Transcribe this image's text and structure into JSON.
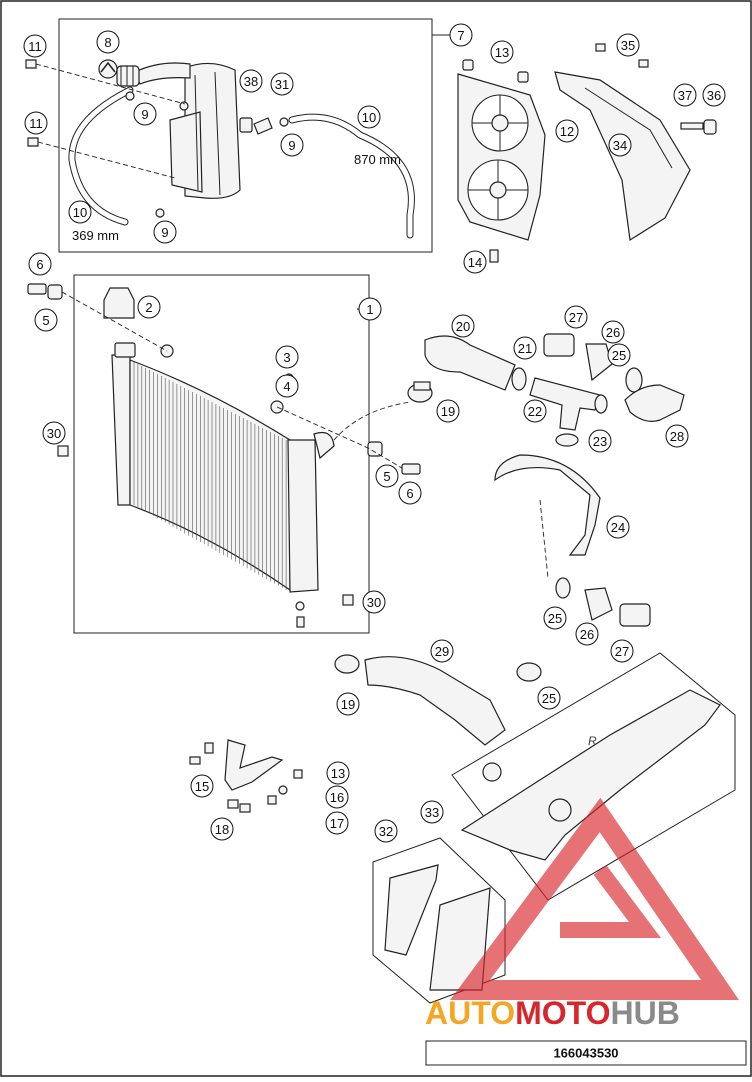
{
  "callouts": [
    "1",
    "2",
    "3",
    "4",
    "5",
    "5",
    "6",
    "6",
    "7",
    "8",
    "9",
    "9",
    "9",
    "10",
    "10",
    "11",
    "11",
    "12",
    "13",
    "13",
    "14",
    "15",
    "16",
    "17",
    "18",
    "19",
    "19",
    "20",
    "21",
    "22",
    "23",
    "24",
    "25",
    "25",
    "25",
    "26",
    "26",
    "27",
    "27",
    "28",
    "29",
    "30",
    "30",
    "31",
    "32",
    "33",
    "34",
    "35",
    "36",
    "37",
    "38"
  ],
  "hose_lengths": {
    "upper_hose": "870 mm",
    "lower_hose": "369 mm"
  },
  "document_number": "166043530",
  "watermark": {
    "brand_part1": "AUTO",
    "brand_part2": "MOTO",
    "brand_part3": "HUB"
  },
  "colors": {
    "line": "#222222",
    "watermark_red": "#d9262d",
    "watermark_orange": "#f5a623",
    "watermark_gray": "#8a8a8a"
  }
}
